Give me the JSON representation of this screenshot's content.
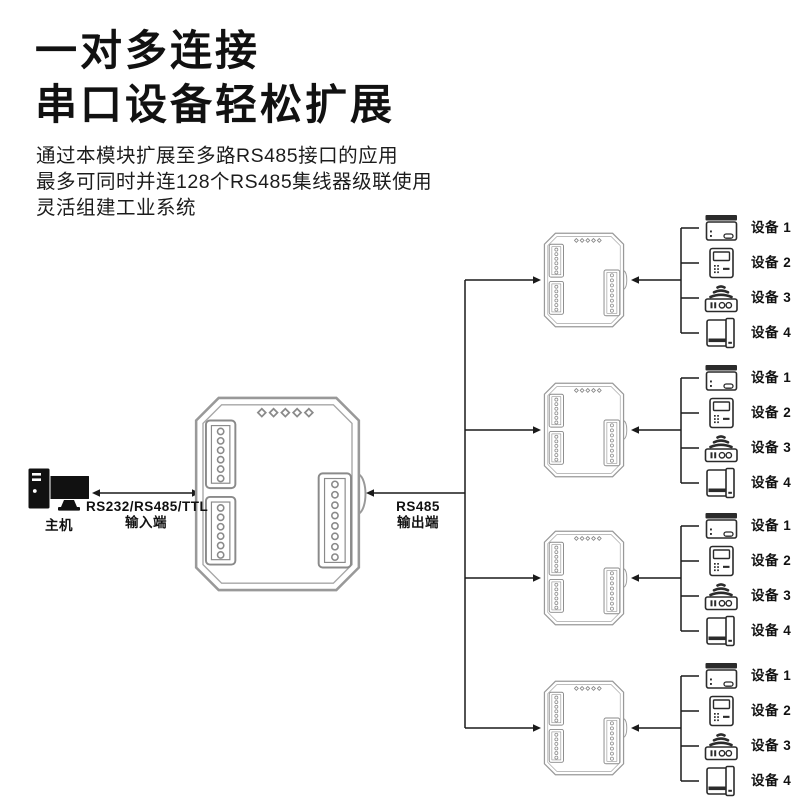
{
  "header": {
    "title_line1": "一对多连接",
    "title_line2": "串口设备轻松扩展",
    "desc_line1": "通过本模块扩展至多路RS485接口的应用",
    "desc_line2": "最多可同时并连128个RS485集线器级联使用",
    "desc_line3": "灵活组建工业系统"
  },
  "host": {
    "label": "主机",
    "icon": "desktop-computer-icon"
  },
  "input_link": {
    "protocol": "RS232/RS485/TTL",
    "port": "输入端"
  },
  "output_link": {
    "protocol": "RS485",
    "port": "输出端"
  },
  "hub": {
    "icon": "din-rail-hub-module-icon",
    "count": 4
  },
  "groups": [
    {
      "name": "expansion-group-1",
      "devices": [
        {
          "label": "设备 1",
          "icon": "printer-icon"
        },
        {
          "label": "设备 2",
          "icon": "keypad-terminal-icon"
        },
        {
          "label": "设备 3",
          "icon": "siren-icon"
        },
        {
          "label": "设备 4",
          "icon": "tower-device-icon"
        }
      ]
    },
    {
      "name": "expansion-group-2",
      "devices": [
        {
          "label": "设备 1",
          "icon": "printer-icon"
        },
        {
          "label": "设备 2",
          "icon": "keypad-terminal-icon"
        },
        {
          "label": "设备 3",
          "icon": "siren-icon"
        },
        {
          "label": "设备 4",
          "icon": "tower-device-icon"
        }
      ]
    },
    {
      "name": "expansion-group-3",
      "devices": [
        {
          "label": "设备 1",
          "icon": "printer-icon"
        },
        {
          "label": "设备 2",
          "icon": "keypad-terminal-icon"
        },
        {
          "label": "设备 3",
          "icon": "siren-icon"
        },
        {
          "label": "设备 4",
          "icon": "tower-device-icon"
        }
      ]
    },
    {
      "name": "expansion-group-4",
      "devices": [
        {
          "label": "设备 1",
          "icon": "printer-icon"
        },
        {
          "label": "设备 2",
          "icon": "keypad-terminal-icon"
        },
        {
          "label": "设备 3",
          "icon": "siren-icon"
        },
        {
          "label": "设备 4",
          "icon": "tower-device-icon"
        }
      ]
    }
  ],
  "colors": {
    "background": "#ffffff",
    "text": "#111111",
    "line": "#1a1a1a",
    "module_outline": "#999999",
    "device_outline": "#2b2b2b"
  }
}
